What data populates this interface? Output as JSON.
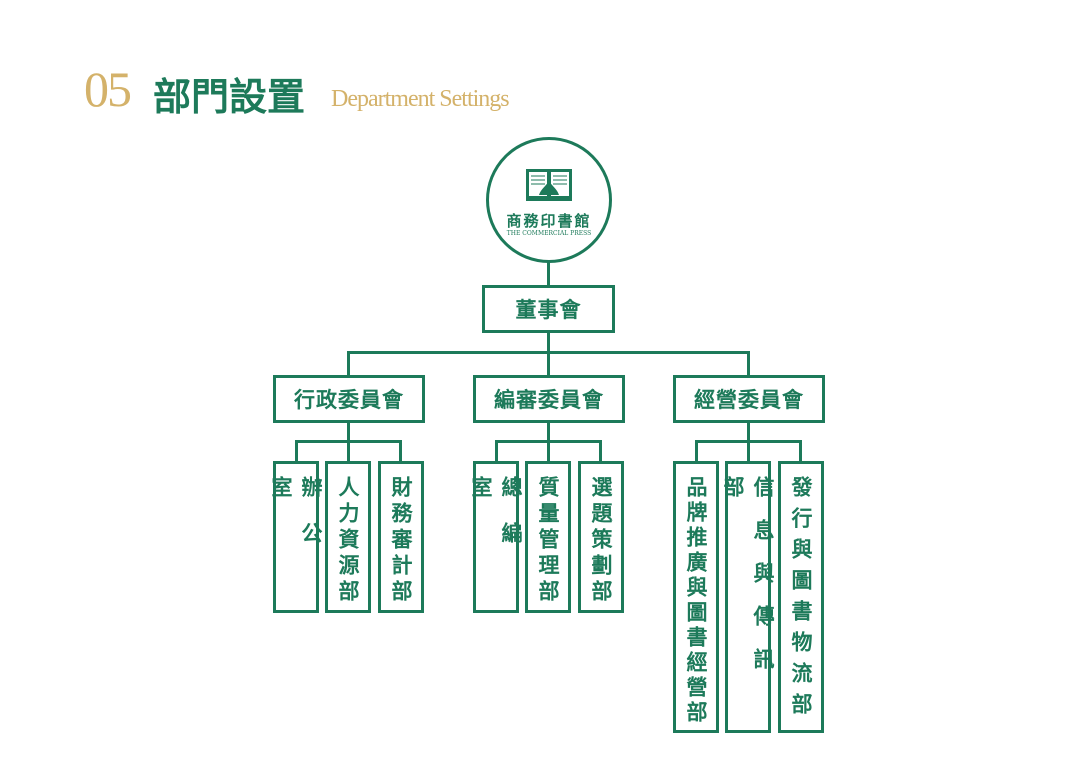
{
  "header": {
    "number": "05",
    "title": "部門設置",
    "subtitle": "Department Settings"
  },
  "logo": {
    "chinese": "商務印書館",
    "english": "THE COMMERCIAL PRESS"
  },
  "board": "董事會",
  "committees": [
    {
      "name": "行政委員會",
      "departments": [
        "辦公室",
        "人力資源部",
        "財務審計部"
      ]
    },
    {
      "name": "編審委員會",
      "departments": [
        "總編室",
        "質量管理部",
        "選題策劃部"
      ]
    },
    {
      "name": "經營委員會",
      "departments": [
        "品牌推廣與圖書經營部",
        "信息與傳訊部",
        "發行與圖書物流部"
      ]
    }
  ],
  "colors": {
    "green": "#1d7a5a",
    "gold": "#d4b26a"
  }
}
